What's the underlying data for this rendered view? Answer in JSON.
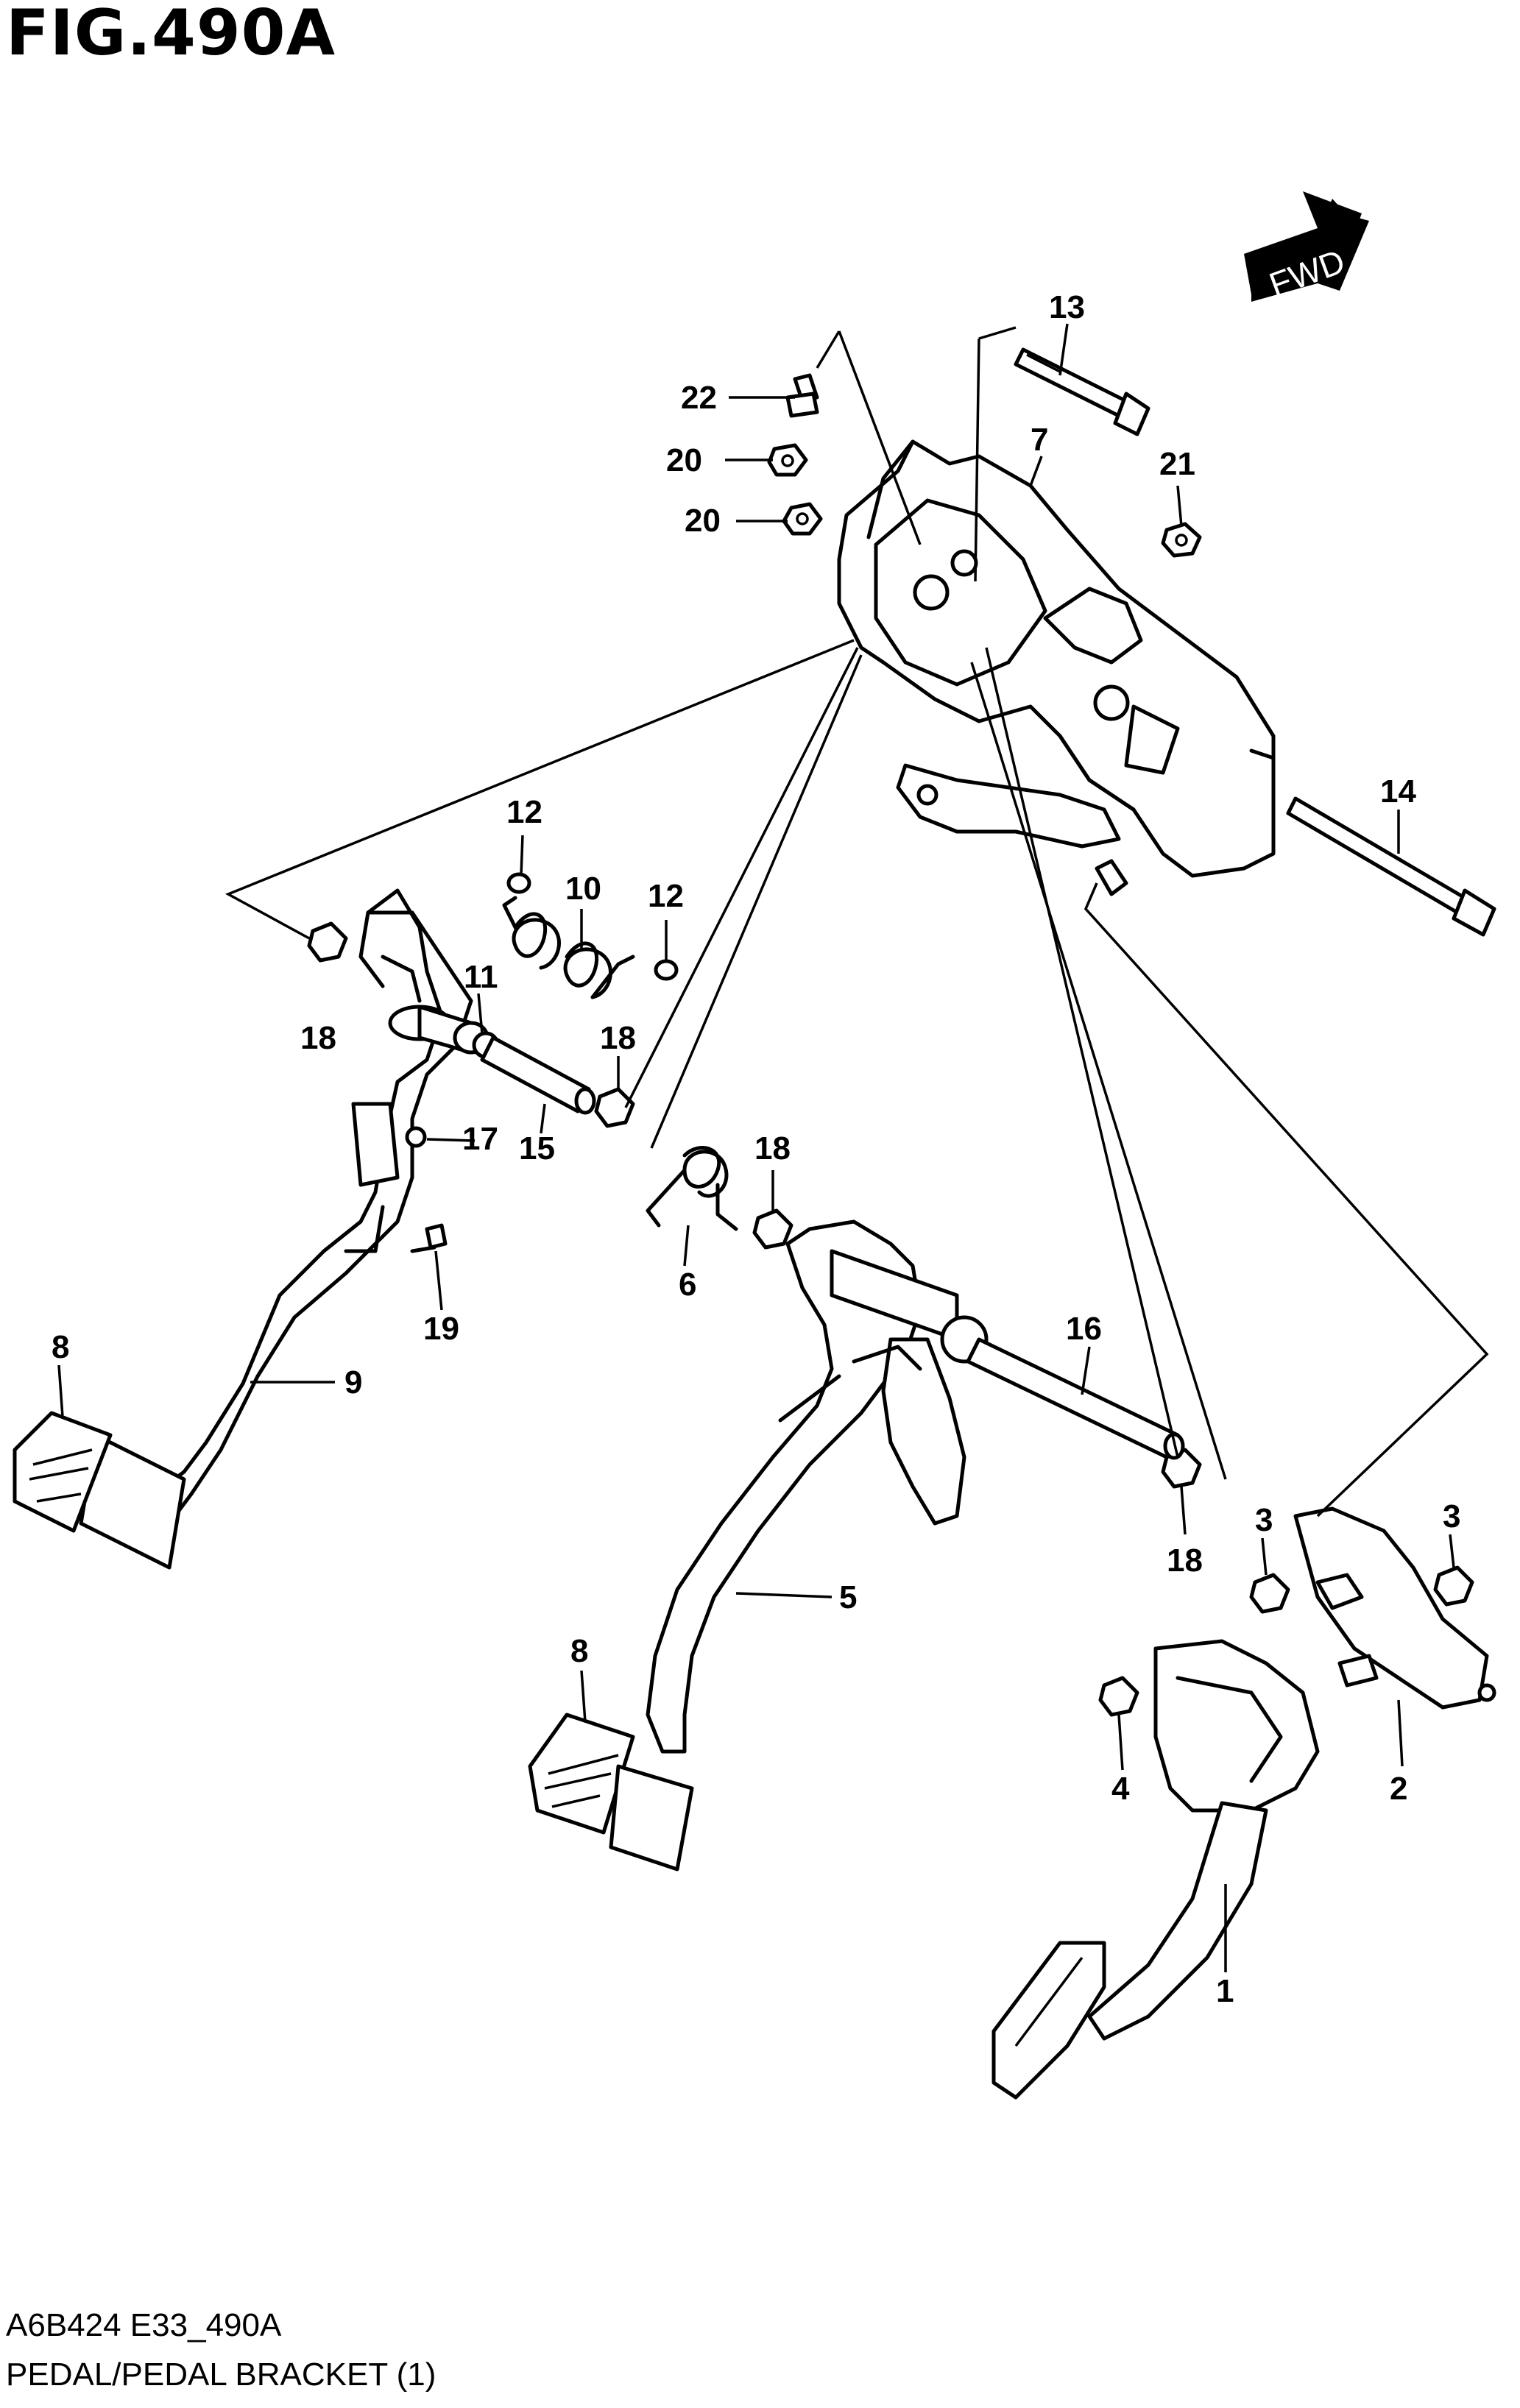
{
  "figure": {
    "title": "FIG.490A",
    "code": "A6B424 E33_490A",
    "caption": "PEDAL/PEDAL BRACKET (1)"
  },
  "fwd_label": "FWD",
  "callouts": [
    {
      "id": "c13",
      "label": "13"
    },
    {
      "id": "c22",
      "label": "22"
    },
    {
      "id": "c7",
      "label": "7"
    },
    {
      "id": "c20a",
      "label": "20"
    },
    {
      "id": "c21",
      "label": "21"
    },
    {
      "id": "c20b",
      "label": "20"
    },
    {
      "id": "c14",
      "label": "14"
    },
    {
      "id": "c12a",
      "label": "12"
    },
    {
      "id": "c10",
      "label": "10"
    },
    {
      "id": "c12b",
      "label": "12"
    },
    {
      "id": "c11",
      "label": "11"
    },
    {
      "id": "c18a",
      "label": "18"
    },
    {
      "id": "c18b",
      "label": "18"
    },
    {
      "id": "c17",
      "label": "17"
    },
    {
      "id": "c15",
      "label": "15"
    },
    {
      "id": "c18c",
      "label": "18"
    },
    {
      "id": "c6",
      "label": "6"
    },
    {
      "id": "c19",
      "label": "19"
    },
    {
      "id": "c8a",
      "label": "8"
    },
    {
      "id": "c9",
      "label": "9"
    },
    {
      "id": "c16",
      "label": "16"
    },
    {
      "id": "c3a",
      "label": "3"
    },
    {
      "id": "c3b",
      "label": "3"
    },
    {
      "id": "c18d",
      "label": "18"
    },
    {
      "id": "c5",
      "label": "5"
    },
    {
      "id": "c8b",
      "label": "8"
    },
    {
      "id": "c4",
      "label": "4"
    },
    {
      "id": "c2",
      "label": "2"
    },
    {
      "id": "c1",
      "label": "1"
    }
  ]
}
